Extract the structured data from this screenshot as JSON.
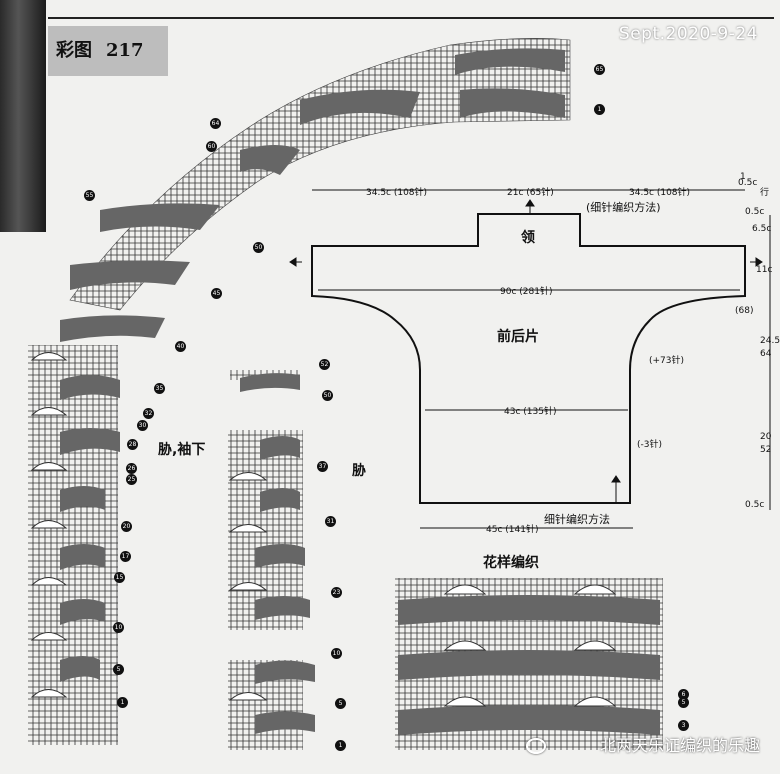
{
  "header": {
    "figure_prefix": "彩图",
    "figure_number": "217",
    "date_stamp": "Sept.2020-9-24"
  },
  "garment": {
    "neck_label": "领",
    "body_label": "前后片",
    "top_widths": [
      "34.5c (108针)",
      "21c (65针)",
      "34.5c (108针)"
    ],
    "total_width": "90c (281针)",
    "waist_width": "43c (135针)",
    "hem_width": "45c (141针)",
    "neck_method": "(细针编织方法)",
    "hem_method": "细针编织方法",
    "right_dims": [
      "0.5c",
      "0.5c",
      "6.5c",
      "11c",
      "(68)",
      "24.5",
      "64",
      "20",
      "52",
      "0.5c"
    ],
    "right_top_one": "1",
    "right_top_row": "行",
    "increase": "(+73针)",
    "decrease": "(-3针)"
  },
  "sections": {
    "sleeve_label": "胁,袖下",
    "side_label": "胁",
    "pattern_label": "花样编织"
  },
  "row_markers": {
    "yoke": [
      "65",
      "1",
      "64",
      "60",
      "55",
      "50",
      "45",
      "40",
      "35",
      "32",
      "30",
      "28",
      "26",
      "25",
      "20",
      "17",
      "15",
      "10",
      "5",
      "1"
    ],
    "side": [
      "52",
      "50",
      "37",
      "31",
      "23",
      "10",
      "5",
      "1"
    ],
    "pattern": [
      "6",
      "5",
      "3"
    ]
  },
  "watermark": {
    "text": "北两天乐证编织的乐趣"
  }
}
